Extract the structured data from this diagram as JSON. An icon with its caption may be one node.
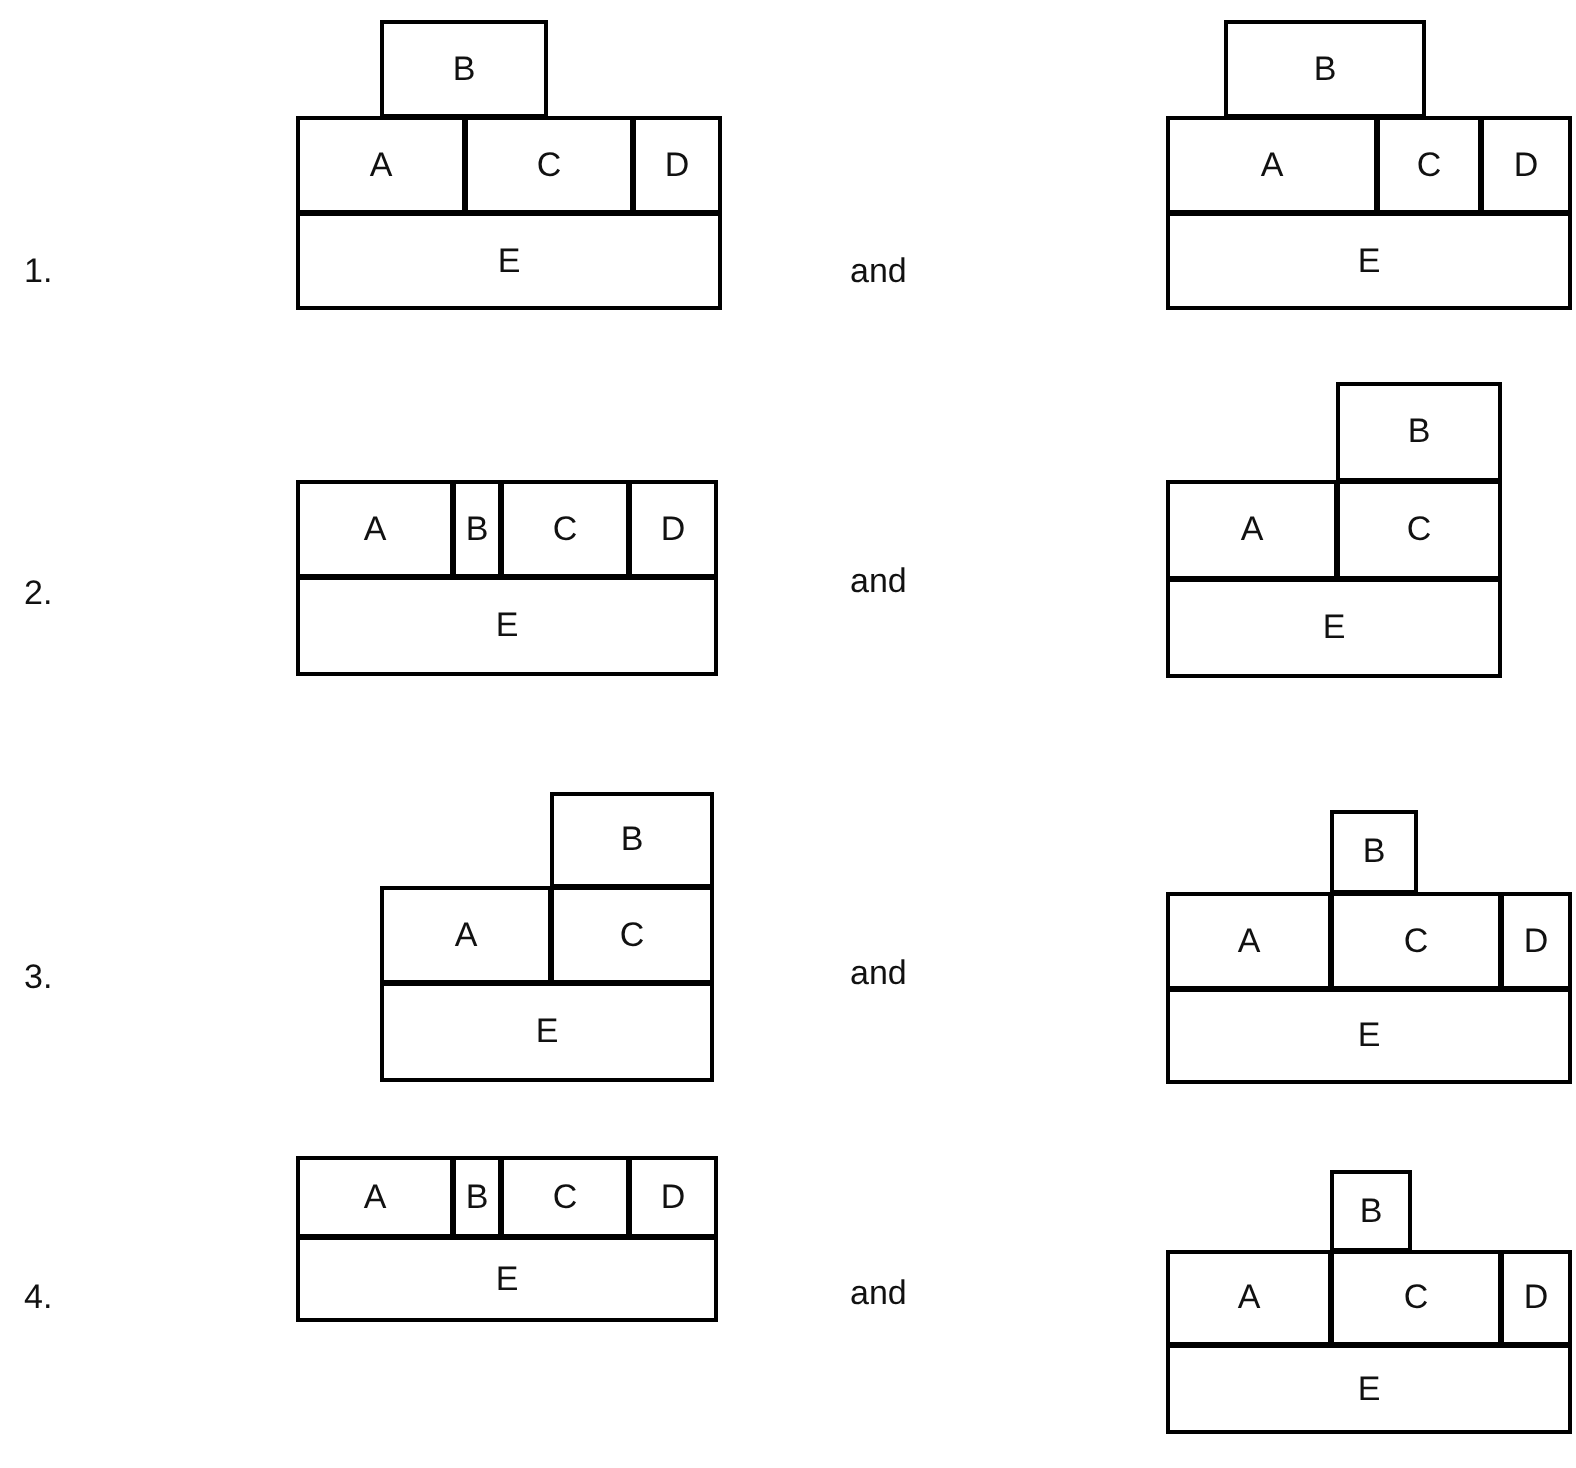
{
  "diagram": {
    "nodes": [
      {
        "text": [
          "B"
        ]
      },
      {
        "text": [
          "A"
        ]
      },
      {
        "text": [
          "C"
        ]
      },
      {
        "text": [
          "D"
        ]
      },
      {
        "text": [
          "E"
        ]
      },
      {
        "text": [
          "B"
        ]
      },
      {
        "text": [
          "A"
        ]
      },
      {
        "text": [
          "C"
        ]
      },
      {
        "text": [
          "D"
        ]
      },
      {
        "text": [
          "E"
        ]
      },
      {
        "text": [
          "A"
        ]
      },
      {
        "text": [
          "B"
        ]
      },
      {
        "text": [
          "C"
        ]
      },
      {
        "text": [
          "D"
        ]
      },
      {
        "text": [
          "E"
        ]
      },
      {
        "text": [
          "B"
        ]
      },
      {
        "text": [
          "A"
        ]
      },
      {
        "text": [
          "C"
        ]
      },
      {
        "text": [
          "E"
        ]
      },
      {
        "text": [
          "B"
        ]
      },
      {
        "text": [
          "A"
        ]
      },
      {
        "text": [
          "C"
        ]
      },
      {
        "text": [
          "E"
        ]
      },
      {
        "text": [
          "B"
        ]
      },
      {
        "text": [
          "A"
        ]
      },
      {
        "text": [
          "C"
        ]
      },
      {
        "text": [
          "D"
        ]
      },
      {
        "text": [
          "E"
        ]
      },
      {
        "text": [
          "A"
        ]
      },
      {
        "text": [
          "B"
        ]
      },
      {
        "text": [
          "C"
        ]
      },
      {
        "text": [
          "D"
        ]
      },
      {
        "text": [
          "E"
        ]
      },
      {
        "text": [
          "B"
        ]
      },
      {
        "text": [
          "A"
        ]
      },
      {
        "text": [
          "C"
        ]
      },
      {
        "text": [
          "D"
        ]
      },
      {
        "text": [
          "E"
        ]
      }
    ],
    "edges": [],
    "labels": [
      "1.",
      "and",
      "2.",
      "and",
      "3.",
      "and",
      "4.",
      "and"
    ]
  }
}
